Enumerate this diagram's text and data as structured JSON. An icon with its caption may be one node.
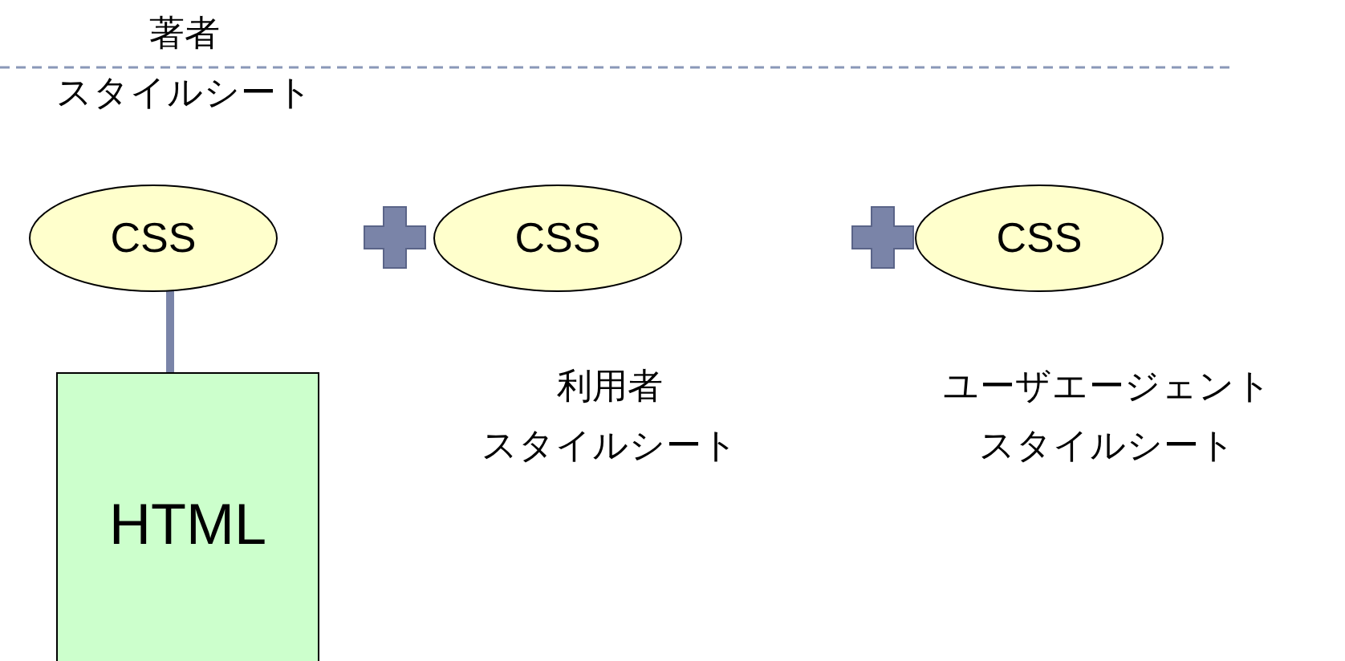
{
  "diagram": {
    "nodes": [
      {
        "text": [
          "CSS"
        ],
        "beside": [
          "著者",
          "スタイルシート"
        ]
      },
      {
        "text": [
          "CSS"
        ],
        "beside": [
          "利用者",
          "スタイルシート"
        ]
      },
      {
        "text": [
          "CSS"
        ],
        "beside": [
          "ユーザエージェント",
          "スタイルシート"
        ]
      },
      {
        "text": [
          "HTML"
        ]
      }
    ],
    "edges": [
      {
        "from": 0,
        "to": 3,
        "arrow": "none",
        "color": "#7a84a8"
      }
    ]
  }
}
